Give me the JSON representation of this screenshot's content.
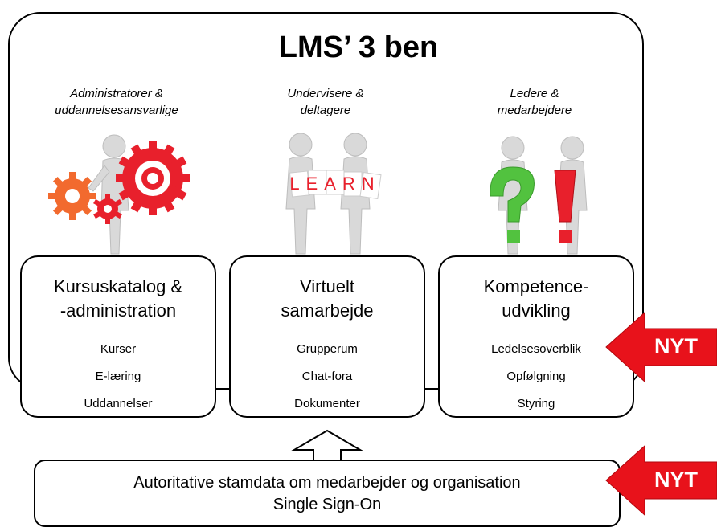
{
  "title": "LMS’ 3 ben",
  "columns": [
    {
      "role_line1": "Administratorer &",
      "role_line2": "uddannelsesansvarlige",
      "box_title_line1": "Kursuskatalog &",
      "box_title_line2": "-administration",
      "items": [
        "Kurser",
        "E-læring",
        "Uddannelser"
      ]
    },
    {
      "role_line1": "Undervisere &",
      "role_line2": "deltagere",
      "box_title_line1": "Virtuelt",
      "box_title_line2": "samarbejde",
      "items": [
        "Grupperum",
        "Chat-fora",
        "Dokumenter"
      ],
      "sign_text": "LEARN"
    },
    {
      "role_line1": "Ledere &",
      "role_line2": "medarbejdere",
      "box_title_line1": "Kompetence-",
      "box_title_line2": "udvikling",
      "items": [
        "Ledelsesoverblik",
        "Opfølgning",
        "Styring"
      ]
    }
  ],
  "foundation": {
    "line1": "Autoritative stamdata om medarbejder og organisation",
    "line2": "Single Sign-On"
  },
  "badges": {
    "new_label_1": "NYT",
    "new_label_2": "NYT"
  },
  "colors": {
    "arrow_red": "#e8121b",
    "gear_orange": "#f26a2e",
    "gear_red": "#e8202c",
    "question_green": "#52c23f",
    "figure_grey": "#d8d8d8"
  },
  "icons": [
    "gears-figure-icon",
    "learn-figures-icon",
    "question-exclamation-figures-icon",
    "up-arrow-icon",
    "red-arrow-icon"
  ]
}
